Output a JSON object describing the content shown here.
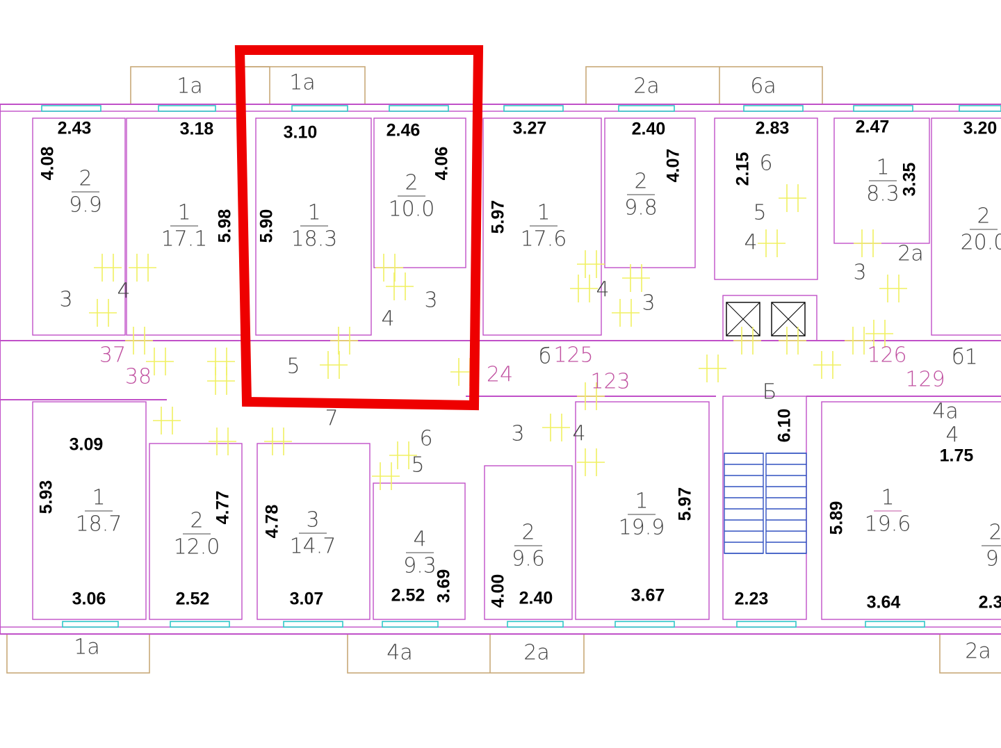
{
  "title": "Floor plan",
  "highlight_color": "#ee0000",
  "balconies": [
    "1а",
    "1а",
    "2а",
    "6а",
    "1а",
    "4а",
    "2а",
    "2а"
  ],
  "dimensions": [
    "2.43",
    "3.18",
    "3.10",
    "2.46",
    "3.27",
    "2.40",
    "2.83",
    "2.47",
    "3.20",
    "4.08",
    "5.98",
    "5.90",
    "4.06",
    "5.97",
    "4.07",
    "2.15",
    "3.35",
    "3.09",
    "5.93",
    "4.77",
    "4.78",
    "3.69",
    "4.00",
    "2.40",
    "5.97",
    "6.10",
    "5.89",
    "1.75",
    "3.06",
    "2.52",
    "3.07",
    "2.52",
    "3.67",
    "2.23",
    "3.64",
    "2.3"
  ],
  "rooms": [
    {
      "num": "2",
      "area": "9.9"
    },
    {
      "num": "1",
      "area": "17.1"
    },
    {
      "num": "1",
      "area": "18.3"
    },
    {
      "num": "2",
      "area": "10.0"
    },
    {
      "num": "1",
      "area": "17.6"
    },
    {
      "num": "2",
      "area": "9.8"
    },
    {
      "num": "1",
      "area": "8.3"
    },
    {
      "num": "2",
      "area": "20.0"
    },
    {
      "num": "1",
      "area": "18.7"
    },
    {
      "num": "2",
      "area": "12.0"
    },
    {
      "num": "3",
      "area": "14.7"
    },
    {
      "num": "4",
      "area": "9.3"
    },
    {
      "num": "2",
      "area": "9.6"
    },
    {
      "num": "1",
      "area": "19.9"
    },
    {
      "num": "1",
      "area": "19.6"
    },
    {
      "num": "2",
      "area": "9."
    }
  ],
  "room_numbers": [
    "3",
    "4",
    "4",
    "3",
    "5",
    "4",
    "3",
    "6",
    "5",
    "4",
    "3",
    "2а",
    "7",
    "6",
    "5",
    "3",
    "4",
    "Б",
    "4а",
    "4",
    "б",
    "б1"
  ],
  "apartment_numbers": [
    "37",
    "38",
    "24",
    "125",
    "123",
    "126",
    "129"
  ]
}
